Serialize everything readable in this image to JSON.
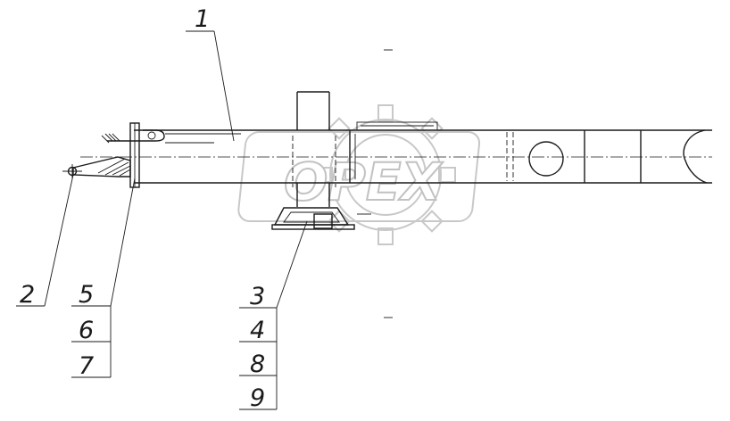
{
  "watermark": {
    "text": "OPEX",
    "color": "#c2c2c2"
  },
  "callouts": {
    "c1": "1",
    "c2": "2",
    "c3": "3",
    "c4": "4",
    "c5": "5",
    "c6": "6",
    "c7": "7",
    "c8": "8",
    "c9": "9"
  },
  "colors": {
    "line": "#1a1a1a",
    "background": "#ffffff"
  }
}
